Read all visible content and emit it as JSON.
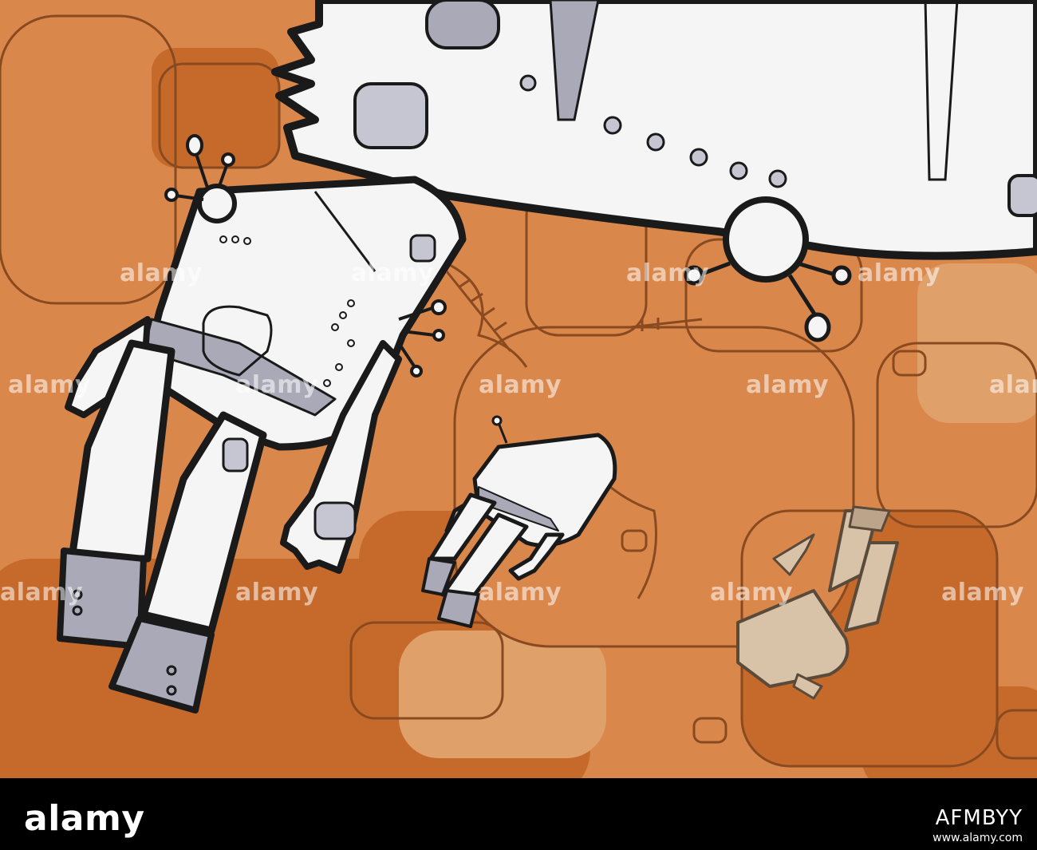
{
  "watermark": {
    "text": "alamy"
  },
  "footer": {
    "logo_text": "alamy",
    "image_id": "AFMBYY",
    "url_text": "www.alamy.com"
  },
  "colors": {
    "ground_light": "#d9874b",
    "ground_mid": "#c66a2b",
    "ground_pale": "#e0a06a",
    "outline": "#1a1a1a",
    "robot_white": "#f5f5f5",
    "robot_grey": "#a9a9b8",
    "robot_tan": "#d8c2a8"
  }
}
